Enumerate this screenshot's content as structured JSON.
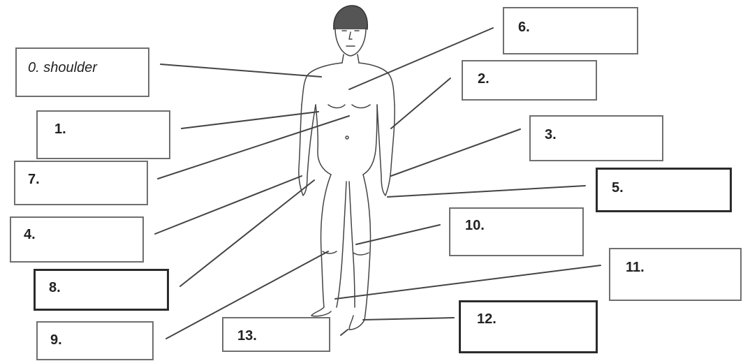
{
  "labels": {
    "l0": "0. shoulder",
    "l1": "1.",
    "l2": "2.",
    "l3": "3.",
    "l4": "4.",
    "l5": "5.",
    "l6": "6.",
    "l7": "7.",
    "l8": "8.",
    "l9": "9.",
    "l10": "10.",
    "l11": "11.",
    "l12": "12.",
    "l13": "13."
  },
  "colors": {
    "line": "#444444",
    "box_border": "#6f6f6f",
    "box_border_dark": "#2b2b2b"
  }
}
